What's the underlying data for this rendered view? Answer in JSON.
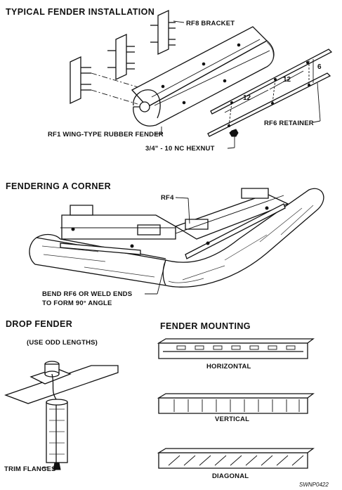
{
  "sections": {
    "installation": {
      "heading": "TYPICAL FENDER INSTALLATION",
      "bracket_label": "RF8 BRACKET",
      "fender_label": "RF1 WING-TYPE RUBBER FENDER",
      "retainer_label": "RF6 RETAINER",
      "hexnut_label": "3/4\" - 10 NC HEXNUT",
      "dim_a": "12",
      "dim_b": "12",
      "dim_c": "6"
    },
    "corner": {
      "heading": "FENDERING A CORNER",
      "part_label": "RF4",
      "note_line1": "BEND RF6 OR WELD ENDS",
      "note_line2": "TO FORM 90° ANGLE"
    },
    "drop": {
      "heading": "DROP FENDER",
      "subheading": "(USE ODD LENGTHS)",
      "trim_label": "TRIM FLANGES"
    },
    "mounting": {
      "heading": "FENDER MOUNTING",
      "horizontal": "HORIZONTAL",
      "vertical": "VERTICAL",
      "diagonal": "DIAGONAL"
    }
  },
  "figure_code": "SWNP0422",
  "colors": {
    "ink": "#111111",
    "paper": "#ffffff"
  }
}
